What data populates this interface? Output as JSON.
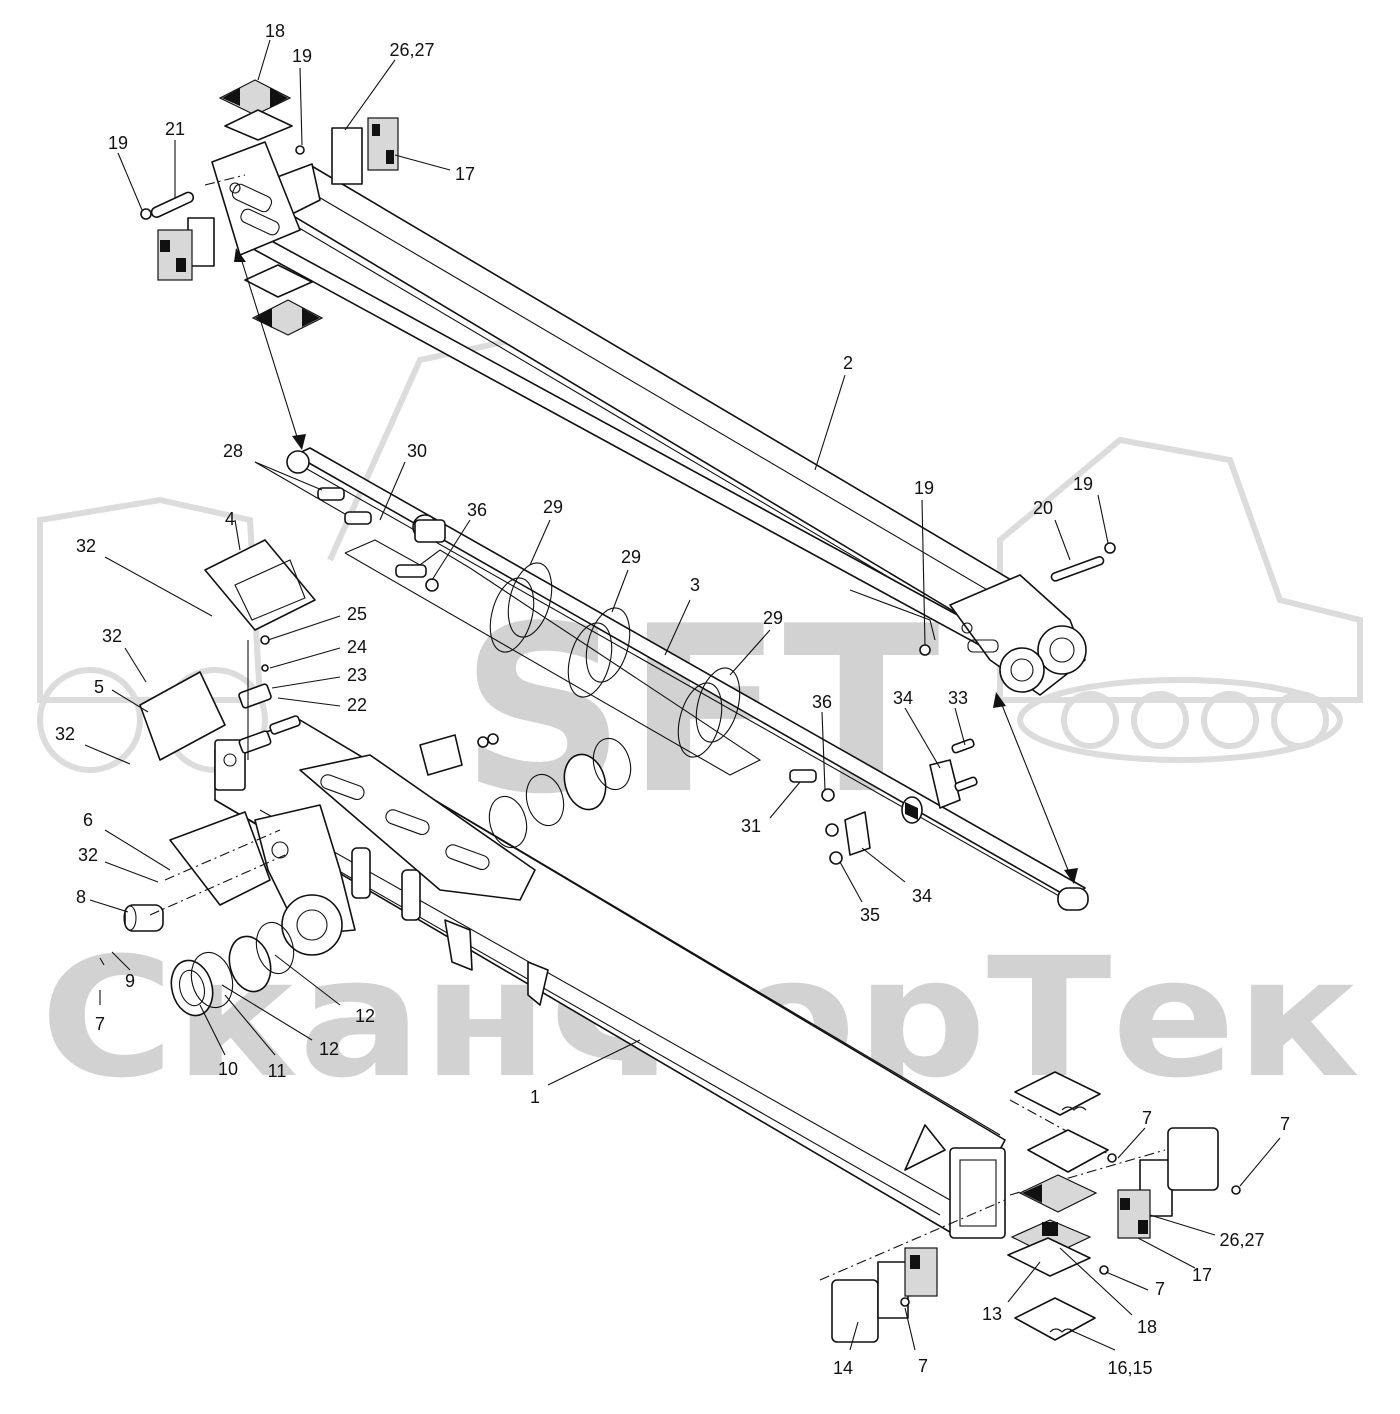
{
  "watermark": {
    "logo": "SFT",
    "name": "СканФорТек"
  },
  "callouts": [
    {
      "id": "c18a",
      "text": "18"
    },
    {
      "id": "c19a",
      "text": "19"
    },
    {
      "id": "c2627a",
      "text": "26,27"
    },
    {
      "id": "c19b",
      "text": "19"
    },
    {
      "id": "c21",
      "text": "21"
    },
    {
      "id": "c17a",
      "text": "17"
    },
    {
      "id": "c2",
      "text": "2"
    },
    {
      "id": "c28",
      "text": "28"
    },
    {
      "id": "c30",
      "text": "30"
    },
    {
      "id": "c36a",
      "text": "36"
    },
    {
      "id": "c29a",
      "text": "29"
    },
    {
      "id": "c29b",
      "text": "29"
    },
    {
      "id": "c3",
      "text": "3"
    },
    {
      "id": "c29c",
      "text": "29"
    },
    {
      "id": "c19c",
      "text": "19"
    },
    {
      "id": "c20",
      "text": "20"
    },
    {
      "id": "c19d",
      "text": "19"
    },
    {
      "id": "c4",
      "text": "4"
    },
    {
      "id": "c32a",
      "text": "32"
    },
    {
      "id": "c25",
      "text": "25"
    },
    {
      "id": "c24",
      "text": "24"
    },
    {
      "id": "c23",
      "text": "23"
    },
    {
      "id": "c22",
      "text": "22"
    },
    {
      "id": "c32b",
      "text": "32"
    },
    {
      "id": "c5",
      "text": "5"
    },
    {
      "id": "c32c",
      "text": "32"
    },
    {
      "id": "c36b",
      "text": "36"
    },
    {
      "id": "c34a",
      "text": "34"
    },
    {
      "id": "c33",
      "text": "33"
    },
    {
      "id": "c31",
      "text": "31"
    },
    {
      "id": "c35",
      "text": "35"
    },
    {
      "id": "c34b",
      "text": "34"
    },
    {
      "id": "c6",
      "text": "6"
    },
    {
      "id": "c32d",
      "text": "32"
    },
    {
      "id": "c8",
      "text": "8"
    },
    {
      "id": "c9",
      "text": "9"
    },
    {
      "id": "c7a",
      "text": "7"
    },
    {
      "id": "c12a",
      "text": "12"
    },
    {
      "id": "c12b",
      "text": "12"
    },
    {
      "id": "c10",
      "text": "10"
    },
    {
      "id": "c11",
      "text": "11"
    },
    {
      "id": "c1",
      "text": "1"
    },
    {
      "id": "c7b",
      "text": "7"
    },
    {
      "id": "c7c",
      "text": "7"
    },
    {
      "id": "c2627b",
      "text": "26,27"
    },
    {
      "id": "c17b",
      "text": "17"
    },
    {
      "id": "c7d",
      "text": "7"
    },
    {
      "id": "c13",
      "text": "13"
    },
    {
      "id": "c18b",
      "text": "18"
    },
    {
      "id": "c14",
      "text": "14"
    },
    {
      "id": "c7e",
      "text": "7"
    },
    {
      "id": "c1615",
      "text": "16,15"
    }
  ]
}
